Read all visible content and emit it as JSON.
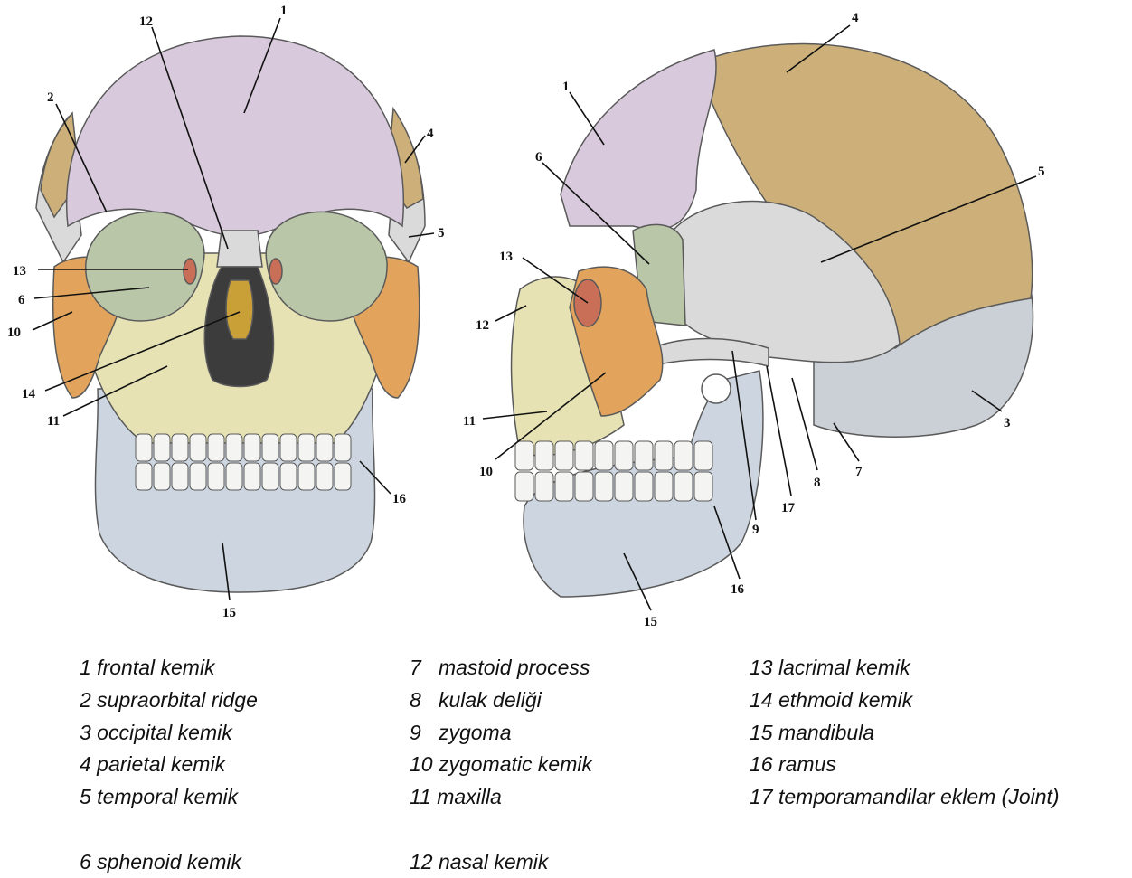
{
  "colors": {
    "frontal": "#d8c9dc",
    "parietal": "#cdb079",
    "temporal": "#d9dad9",
    "occipital": "#cbd0d6",
    "zygomatic": "#e2a45c",
    "sphenoid": "#b9c6a8",
    "maxilla": "#e6e2b4",
    "mandible": "#cdd6e0",
    "lacrimal": "#c96e57",
    "nasal_cavity": "#3c3c3c",
    "ethmoid": "#c8a037",
    "teeth": "#f4f4f2",
    "outline": "#5a5a5a"
  },
  "front_view": {
    "labels": [
      {
        "id": "1",
        "text": "1"
      },
      {
        "id": "2",
        "text": "2"
      },
      {
        "id": "4",
        "text": "4"
      },
      {
        "id": "5",
        "text": "5"
      },
      {
        "id": "6",
        "text": "6"
      },
      {
        "id": "10",
        "text": "10"
      },
      {
        "id": "11",
        "text": "11"
      },
      {
        "id": "12",
        "text": "12"
      },
      {
        "id": "13",
        "text": "13"
      },
      {
        "id": "14",
        "text": "14"
      },
      {
        "id": "15",
        "text": "15"
      },
      {
        "id": "16",
        "text": "16"
      }
    ]
  },
  "side_view": {
    "labels": [
      {
        "id": "1",
        "text": "1"
      },
      {
        "id": "3",
        "text": "3"
      },
      {
        "id": "4",
        "text": "4"
      },
      {
        "id": "5",
        "text": "5"
      },
      {
        "id": "6",
        "text": "6"
      },
      {
        "id": "7",
        "text": "7"
      },
      {
        "id": "8",
        "text": "8"
      },
      {
        "id": "9",
        "text": "9"
      },
      {
        "id": "10",
        "text": "10"
      },
      {
        "id": "11",
        "text": "11"
      },
      {
        "id": "12",
        "text": "12"
      },
      {
        "id": "13",
        "text": "13"
      },
      {
        "id": "15",
        "text": "15"
      },
      {
        "id": "16",
        "text": "16"
      },
      {
        "id": "17",
        "text": "17"
      }
    ]
  },
  "legend": {
    "items": [
      "1 frontal kemik",
      "2 supraorbital ridge",
      "3 occipital kemik",
      "4 parietal kemik",
      "5 temporal kemik",
      "6 sphenoid kemik",
      "7   mastoid process",
      "8   kulak deliği",
      "9   zygoma",
      "10 zygomatic kemik",
      "11 maxilla",
      "12 nasal kemik",
      "13 lacrimal kemik",
      "14 ethmoid kemik",
      "15 mandibula",
      "16 ramus",
      "17 temporamandilar eklem (Joint)"
    ]
  }
}
